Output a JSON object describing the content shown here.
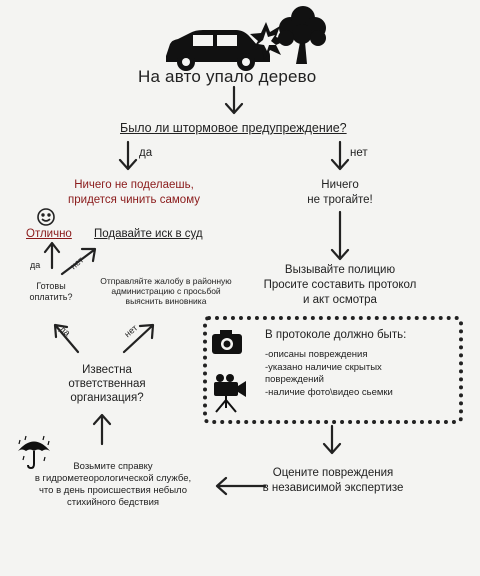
{
  "title": "На авто упало дерево",
  "question_storm": "Было ли штормовое предупреждение?",
  "branch_yes": "да",
  "branch_no": "нет",
  "left_result_line1": "Ничего не поделаешь,",
  "left_result_line2": "придется чинить самому",
  "right_result_line1": "Ничего",
  "right_result_line2": "не трогайте!",
  "ok_label": "Отлично",
  "sue_label": "Подавайте иск в суд",
  "ready_pay_line1": "Готовы",
  "ready_pay_line2": "оплатить?",
  "complaint_line1": "Отправляйте жалобу в районную",
  "complaint_line2": "администрацию с просьбой",
  "complaint_line3": "выяснить виновника",
  "police_line1": "Вызывайте полицию",
  "police_line2": "Просите составить протокол",
  "police_line3": "и акт осмотра",
  "protocol_title": "В протоколе должно быть:",
  "protocol_items": [
    "-описаны повреждения",
    "-указано наличие скрытых",
    "повреждений",
    "-наличие фото\\видео сьемки"
  ],
  "org_line1": "Известна",
  "org_line2": "ответственная",
  "org_line3": "организация?",
  "certificate_line1": "Возьмите справку",
  "certificate_line2": "в гидрометеорологической службе,",
  "certificate_line3": "что в день происшествия небыло",
  "certificate_line4": "стихийного бедствия",
  "assess_line1": "Оцените повреждения",
  "assess_line2": "в независимой экспертизе",
  "icons": [
    "car-icon",
    "tree-icon",
    "crash-icon",
    "smiley-icon",
    "camera-icon",
    "video-camera-icon",
    "umbrella-icon"
  ]
}
